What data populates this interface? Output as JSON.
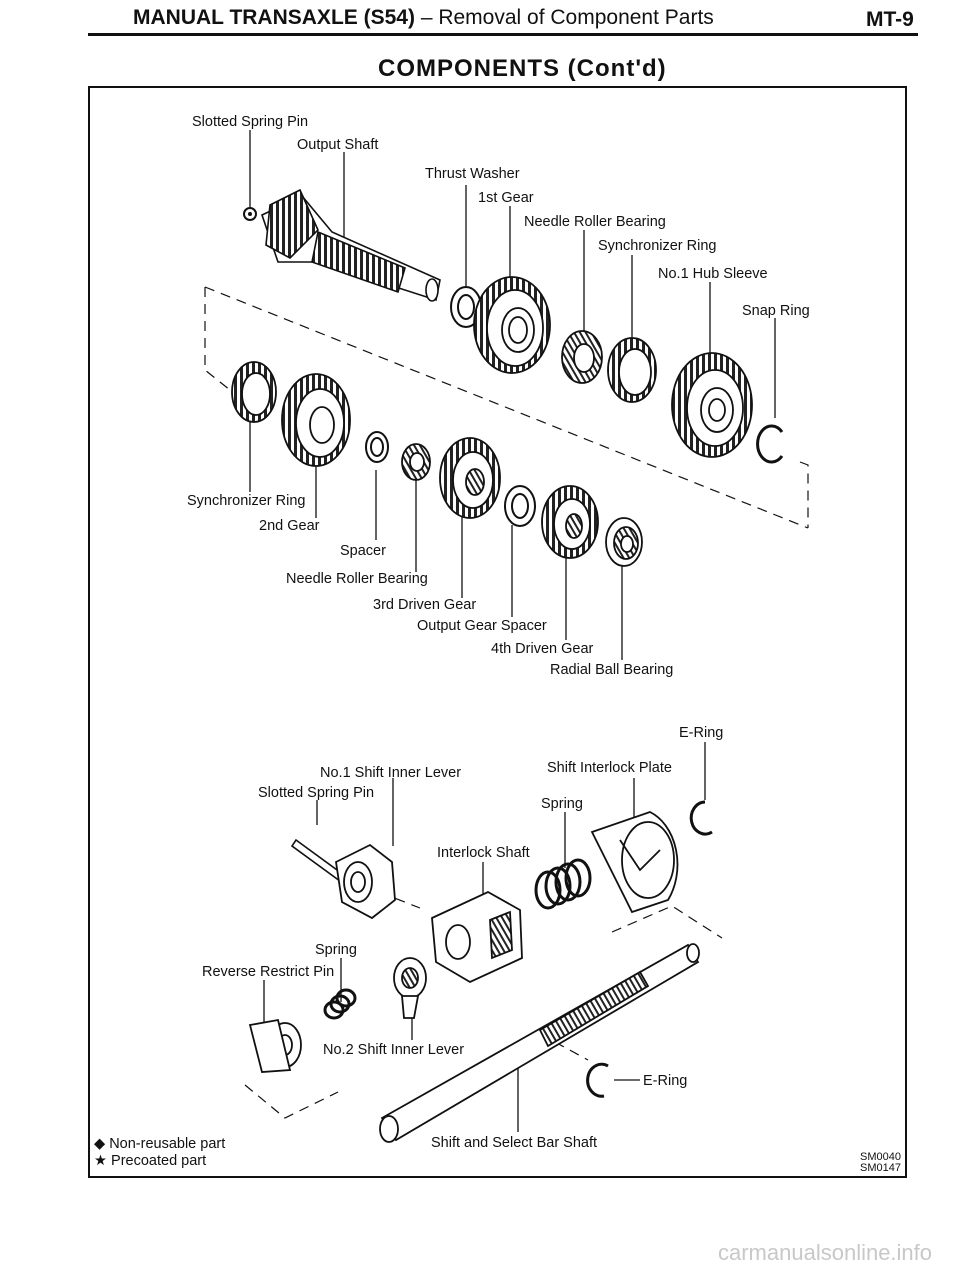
{
  "header": {
    "section_bold": "MANUAL TRANSAXLE (S54)",
    "section_rest": "– Removal of Component Parts",
    "page": "MT-9"
  },
  "title": "COMPONENTS (Cont'd)",
  "labels": {
    "slotted_spring_pin_1": "Slotted Spring Pin",
    "output_shaft": "Output Shaft",
    "thrust_washer": "Thrust Washer",
    "first_gear": "1st Gear",
    "needle_roller_bearing_1": "Needle Roller Bearing",
    "synchronizer_ring_1": "Synchronizer Ring",
    "no1_hub_sleeve": "No.1 Hub Sleeve",
    "snap_ring": "Snap Ring",
    "synchronizer_ring_2": "Synchronizer Ring",
    "second_gear": "2nd Gear",
    "spacer": "Spacer",
    "needle_roller_bearing_2": "Needle Roller Bearing",
    "third_driven_gear": "3rd Driven Gear",
    "output_gear_spacer": "Output Gear Spacer",
    "fourth_driven_gear": "4th Driven Gear",
    "radial_ball_bearing": "Radial Ball Bearing",
    "e_ring_1": "E-Ring",
    "shift_interlock_plate": "Shift Interlock Plate",
    "no1_shift_inner_lever": "No.1 Shift Inner Lever",
    "slotted_spring_pin_2": "Slotted Spring Pin",
    "spring_1": "Spring",
    "interlock_shaft": "Interlock Shaft",
    "spring_2": "Spring",
    "reverse_restrict_pin": "Reverse Restrict Pin",
    "no2_shift_inner_lever": "No.2 Shift Inner Lever",
    "e_ring_2": "E-Ring",
    "shift_and_select_bar_shaft": "Shift and Select Bar Shaft"
  },
  "legend": {
    "non_reusable_symbol": "◆",
    "non_reusable": "Non-reusable part",
    "precoated_symbol": "★",
    "precoated": "Precoated part"
  },
  "codes": [
    "SM0040",
    "SM0147"
  ],
  "watermark": "carmanualsonline.info"
}
